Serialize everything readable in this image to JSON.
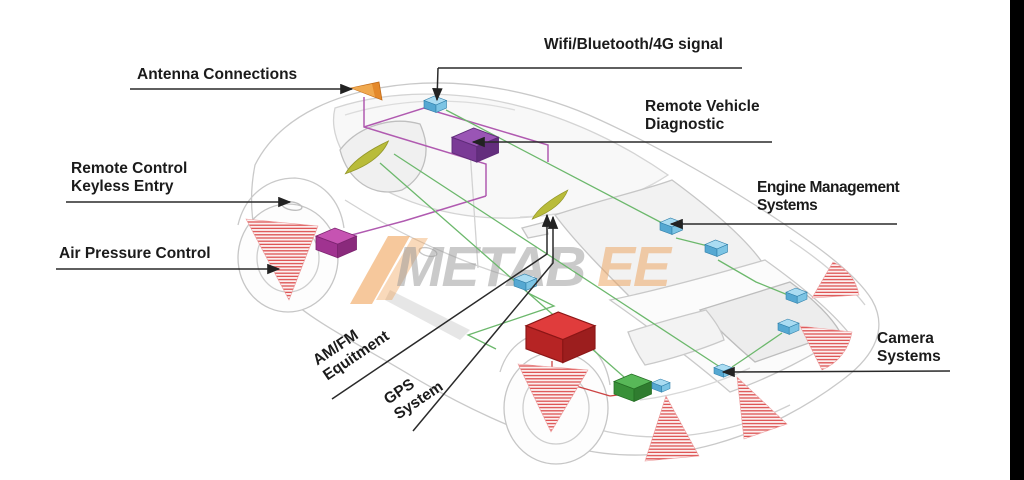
{
  "watermark": {
    "gray_text": "METAB",
    "orange_text": "EE"
  },
  "labels": {
    "antenna_connections": {
      "line1": "Antenna Connections"
    },
    "wifi_signal": {
      "line1": "Wifi/Bluetooth/4G signal"
    },
    "remote_vehicle_diagnostic": {
      "line1": "Remote Vehicle",
      "line2": "Diagnostic"
    },
    "engine_management": {
      "line1": "Engine Management",
      "line2": "Systems"
    },
    "remote_keyless": {
      "line1": "Remote Control",
      "line2": "Keyless Entry"
    },
    "air_pressure": {
      "line1": "Air Pressure Control"
    },
    "amfm_equipment": {
      "line1": "AM/FM",
      "line2": "Equitment"
    },
    "gps_system": {
      "line1": "GPS",
      "line2": "System"
    },
    "camera_systems": {
      "line1": "Camera",
      "line2": "Systems"
    }
  },
  "colors": {
    "label_text": "#1b1b1b",
    "leader_line": "#2a2a2a",
    "module_blue": "#79c4e8",
    "diagnostic_purple": "#8d4fa8",
    "keyless_magenta": "#bb3fa8",
    "antenna_orange": "#e4892b",
    "antenna_olive": "#b9bc3a",
    "engine_box_red": "#d03030",
    "chassis_box_green": "#4ca94c",
    "sensor_cone_red": "#dd5252",
    "wire_magenta": "#b05ab0",
    "wire_green": "#6cb86c",
    "wire_red": "#cc4444",
    "car_outline_gray": "#c9c9c9",
    "watermark_gray": "#9a9a9a",
    "watermark_orange": "#eda05e",
    "edge_bar_black": "#000000"
  }
}
